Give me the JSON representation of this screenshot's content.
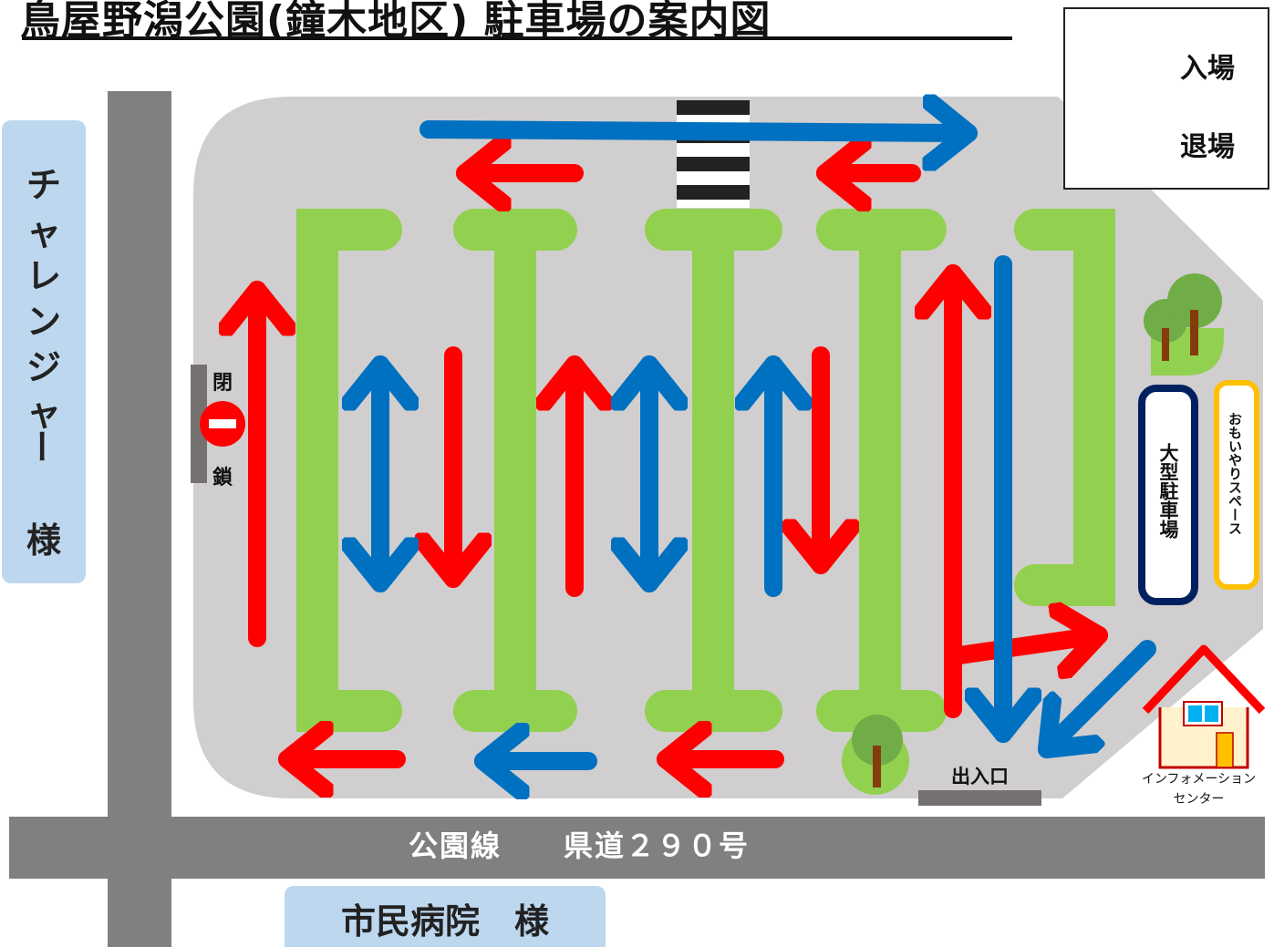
{
  "title": "鳥屋野潟公園(鐘木地区) 駐車場の案内図",
  "legend": {
    "entry": "入場",
    "exit": "退場"
  },
  "left_neighbor": {
    "chars": [
      "チ",
      "ャ",
      "レ",
      "ン",
      "ジ",
      "ャ",
      "ー"
    ],
    "suffix": "様"
  },
  "closed_gate": {
    "top": "閉",
    "bottom": "鎖"
  },
  "road": "公園線　　県道２９０号",
  "bottom_neighbor": "市民病院　様",
  "entrance": "出入口",
  "large_parking": "大型駐車場",
  "omoiyari_space": "おもいやりスペース",
  "info_center": {
    "line1": "インフォメーション",
    "line2": "センター"
  },
  "colors": {
    "entry": "#ff0000",
    "exit": "#0070c0",
    "legend_exit": "#4472c4",
    "lot": "#d0cece",
    "road": "#808080",
    "islands": "#92d050",
    "neighbor_box": "#bdd7ee",
    "omoiyari": "#ffc000",
    "large_border": "#002060"
  },
  "icons": [
    "entry-arrow-icon",
    "exit-arrow-icon",
    "no-entry-icon",
    "tree-icon",
    "house-icon",
    "crosswalk"
  ]
}
